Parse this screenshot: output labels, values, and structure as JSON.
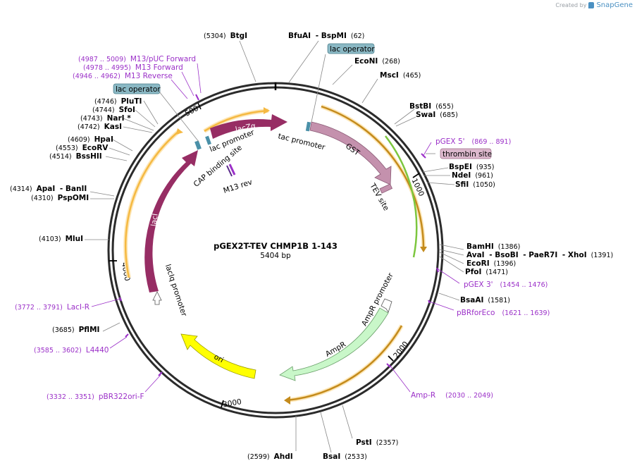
{
  "watermark": {
    "prefix": "Created by",
    "brand": "SnapGene"
  },
  "map": {
    "title": "pGEX2T-TEV CHMP1B 1-143",
    "length": "5404 bp"
  },
  "colors": {
    "backbone": "#2b2b2b",
    "feature_purple": "#972d64",
    "feature_pink": "#c491ad",
    "ori": "#ffff00",
    "ampr": "#c9f7c9",
    "orf": "#f5b942",
    "orf_green": "#7cc63e",
    "primer": "#9b30c8",
    "lac_box": "#8ab8c4"
  },
  "ticks": [
    "1000",
    "2000",
    "3000",
    "4000",
    "500"
  ],
  "features": [
    {
      "id": "laczalpha",
      "label": "lacZα"
    },
    {
      "id": "laci",
      "label": "lacI"
    },
    {
      "id": "gst",
      "label": "GST"
    },
    {
      "id": "ampr",
      "label": "AmpR"
    },
    {
      "id": "ori",
      "label": "ori"
    },
    {
      "id": "lac-promoter",
      "label": "lac promoter"
    },
    {
      "id": "cap-site",
      "label": "CAP binding site"
    },
    {
      "id": "m13rev",
      "label": "M13 rev"
    },
    {
      "id": "tac-promoter",
      "label": "tac promoter"
    },
    {
      "id": "tev-site",
      "label": "TEV site"
    },
    {
      "id": "laciq-promoter",
      "label": "lacIq promoter"
    },
    {
      "id": "ampr-promoter",
      "label": "AmpR promoter"
    }
  ],
  "boxed_labels": [
    {
      "id": "lac-operator-top",
      "label": "lac operator"
    },
    {
      "id": "lac-operator-left",
      "label": "lac operator"
    },
    {
      "id": "thrombin-site",
      "label": "thrombin site"
    }
  ],
  "sites": [
    {
      "id": "btgi",
      "parts": [
        {
          "pos": "(5304)"
        },
        {
          "name": "BtgI"
        }
      ]
    },
    {
      "id": "bfuai-bspmi",
      "parts": [
        {
          "name": "BfuAI"
        },
        {
          "name": " - BspMI"
        },
        {
          "pos": "(62)"
        }
      ]
    },
    {
      "id": "econi",
      "parts": [
        {
          "name": "EcoNI"
        },
        {
          "pos": "(268)"
        }
      ]
    },
    {
      "id": "msci",
      "parts": [
        {
          "name": "MscI"
        },
        {
          "pos": "(465)"
        }
      ]
    },
    {
      "id": "bstbi",
      "parts": [
        {
          "name": "BstBI"
        },
        {
          "pos": "(655)"
        }
      ]
    },
    {
      "id": "swai",
      "parts": [
        {
          "name": "SwaI"
        },
        {
          "pos": "(685)"
        }
      ]
    },
    {
      "id": "bspei",
      "parts": [
        {
          "name": "BspEI"
        },
        {
          "pos": "(935)"
        }
      ]
    },
    {
      "id": "ndei",
      "parts": [
        {
          "name": "NdeI"
        },
        {
          "pos": "(961)"
        }
      ]
    },
    {
      "id": "sfii",
      "parts": [
        {
          "name": "SfiI"
        },
        {
          "pos": "(1050)"
        }
      ]
    },
    {
      "id": "bamhi",
      "parts": [
        {
          "name": "BamHI"
        },
        {
          "pos": "(1386)"
        }
      ]
    },
    {
      "id": "avai-xhoi",
      "parts": [
        {
          "name": "AvaI"
        },
        {
          "name": " - BsoBI"
        },
        {
          "name": " - PaeR7I"
        },
        {
          "name": " - XhoI"
        },
        {
          "pos": "(1391)"
        }
      ]
    },
    {
      "id": "ecori",
      "parts": [
        {
          "name": "EcoRI"
        },
        {
          "pos": "(1396)"
        }
      ]
    },
    {
      "id": "pfoi",
      "parts": [
        {
          "name": "PfoI"
        },
        {
          "pos": "(1471)"
        }
      ]
    },
    {
      "id": "bsaai",
      "parts": [
        {
          "name": "BsaAI"
        },
        {
          "pos": "(1581)"
        }
      ]
    },
    {
      "id": "psti",
      "parts": [
        {
          "name": "PstI"
        },
        {
          "pos": "(2357)"
        }
      ]
    },
    {
      "id": "bsai",
      "parts": [
        {
          "name": "BsaI"
        },
        {
          "pos": "(2533)"
        }
      ]
    },
    {
      "id": "ahdi",
      "parts": [
        {
          "pos": "(2599)"
        },
        {
          "name": "AhdI"
        }
      ]
    },
    {
      "id": "pflmi",
      "parts": [
        {
          "pos": "(3685)"
        },
        {
          "name": "PflMI"
        }
      ]
    },
    {
      "id": "mlui",
      "parts": [
        {
          "pos": "(4103)"
        },
        {
          "name": "MluI"
        }
      ]
    },
    {
      "id": "apai-banii",
      "parts": [
        {
          "pos": "(4314)"
        },
        {
          "name": "ApaI"
        },
        {
          "name": " - BanII"
        }
      ]
    },
    {
      "id": "pspomi",
      "parts": [
        {
          "pos": "(4310)"
        },
        {
          "name": "PspOMI"
        }
      ]
    },
    {
      "id": "bsshii",
      "parts": [
        {
          "pos": "(4514)"
        },
        {
          "name": "BssHII"
        }
      ]
    },
    {
      "id": "ecorv",
      "parts": [
        {
          "pos": "(4553)"
        },
        {
          "name": "EcoRV"
        }
      ]
    },
    {
      "id": "hpai",
      "parts": [
        {
          "pos": "(4609)"
        },
        {
          "name": "HpaI"
        }
      ]
    },
    {
      "id": "kasi",
      "parts": [
        {
          "pos": "(4742)"
        },
        {
          "name": "KasI"
        }
      ]
    },
    {
      "id": "nari",
      "parts": [
        {
          "pos": "(4743)"
        },
        {
          "name": "NarI *"
        }
      ]
    },
    {
      "id": "sfoi",
      "parts": [
        {
          "pos": "(4744)"
        },
        {
          "name": "SfoI"
        }
      ]
    },
    {
      "id": "pluti",
      "parts": [
        {
          "pos": "(4746)"
        },
        {
          "name": "PluTI"
        }
      ]
    }
  ],
  "primers": [
    {
      "id": "m13-puc-forward",
      "parts": [
        {
          "pos": "(4987 .. 5009)"
        },
        {
          "text": "M13/pUC Forward"
        }
      ]
    },
    {
      "id": "m13-forward",
      "parts": [
        {
          "pos": "(4978 .. 4995)"
        },
        {
          "text": "M13 Forward"
        }
      ]
    },
    {
      "id": "m13-reverse",
      "parts": [
        {
          "pos": "(4946 .. 4962)"
        },
        {
          "text": "M13 Reverse"
        }
      ]
    },
    {
      "id": "pgex5",
      "parts": [
        {
          "text": "pGEX 5'"
        },
        {
          "pos": "(869 .. 891)"
        }
      ]
    },
    {
      "id": "pgex3",
      "parts": [
        {
          "text": "pGEX 3'"
        },
        {
          "pos": "(1454 .. 1476)"
        }
      ]
    },
    {
      "id": "pbrforeco",
      "parts": [
        {
          "text": "pBRforEco"
        },
        {
          "pos": "(1621 .. 1639)"
        }
      ]
    },
    {
      "id": "amp-r",
      "parts": [
        {
          "text": "Amp-R"
        },
        {
          "pos": "(2030 .. 2049)"
        }
      ]
    },
    {
      "id": "pbr322ori-f",
      "parts": [
        {
          "pos": "(3332 .. 3351)"
        },
        {
          "text": "pBR322ori-F"
        }
      ]
    },
    {
      "id": "l4440",
      "parts": [
        {
          "pos": "(3585 .. 3602)"
        },
        {
          "text": "L4440"
        }
      ]
    },
    {
      "id": "laci-r",
      "parts": [
        {
          "pos": "(3772 .. 3791)"
        },
        {
          "text": "LacI-R"
        }
      ]
    }
  ]
}
